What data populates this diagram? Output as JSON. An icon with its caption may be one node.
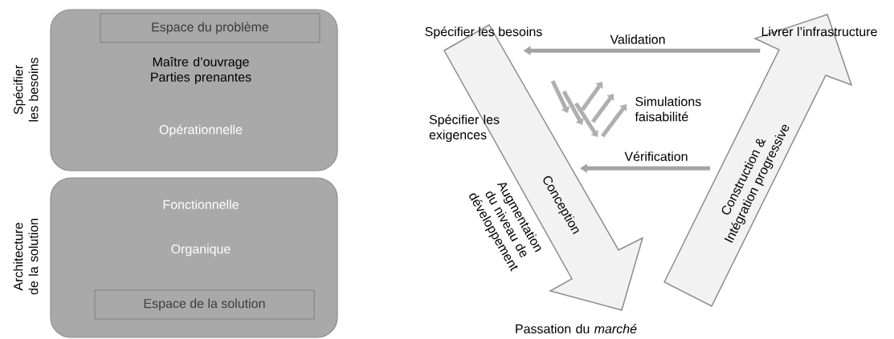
{
  "diagram": {
    "nodes": [
      {
        "text": [
          "Maître d’ouvrage Parties prenantes",
          "Opérationnelle"
        ],
        "beside": [
          "Spécifier les besoins"
        ]
      },
      {
        "text": [
          "Espace du problème"
        ],
        "in": 0
      },
      {
        "text": [
          "Fonctionnelle",
          "Organique"
        ],
        "beside": [
          "Architecture de la solution"
        ]
      },
      {
        "text": [
          "Espace de la solution"
        ],
        "in": 2
      },
      {
        "text": [
          "Conception"
        ],
        "beside": [
          "Augmentation du niveau de développement"
        ]
      },
      {
        "text": [
          "Construction & Intégration progressive"
        ]
      },
      {
        "text": [
          "Spécifier les besoins"
        ]
      },
      {
        "text": [
          "Livrer l’infrastructure"
        ]
      }
    ],
    "edges": [
      {
        "from": 7,
        "to": 6,
        "arrow": "to",
        "label": "Validation"
      },
      {
        "from": 5,
        "to": 4,
        "arrow": "to",
        "label": "Vérification"
      }
    ],
    "labels": [
      "Spécifier les exigences",
      "Simulations faisabilité",
      "Passation du *marché*"
    ]
  }
}
